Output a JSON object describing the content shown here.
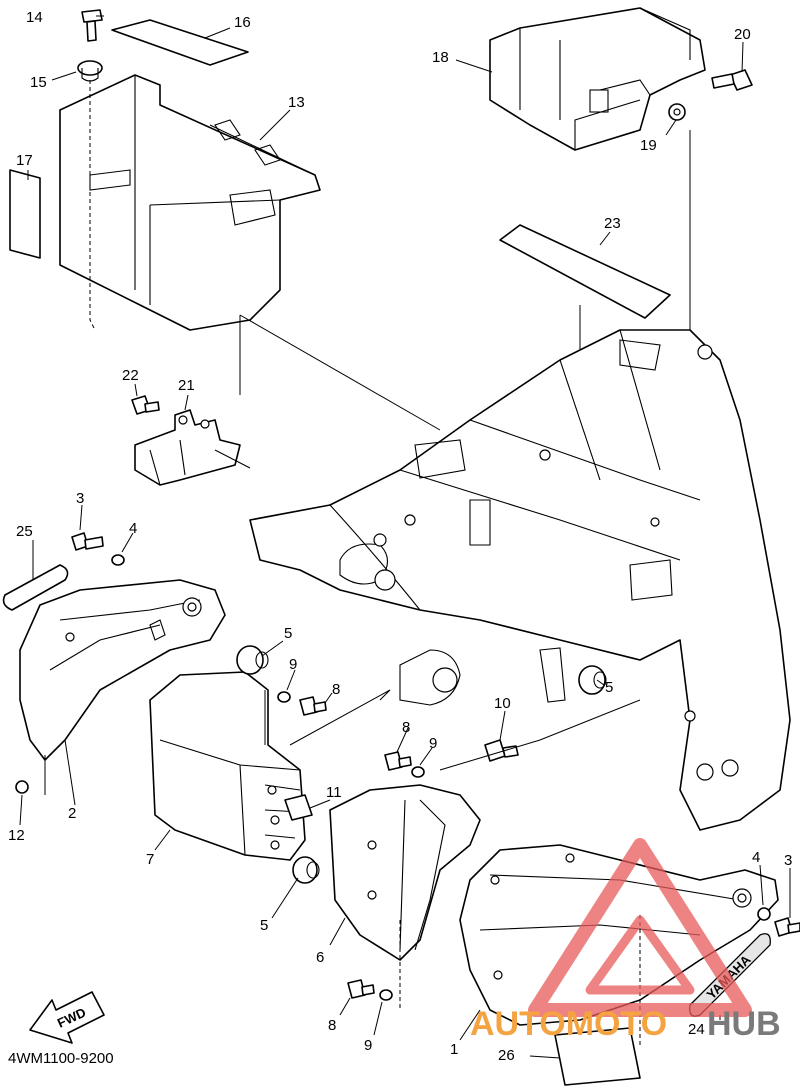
{
  "diagram": {
    "callouts": [
      "1",
      "2",
      "3",
      "3",
      "4",
      "4",
      "5",
      "5",
      "5",
      "6",
      "7",
      "8",
      "8",
      "8",
      "9",
      "9",
      "9",
      "10",
      "11",
      "12",
      "13",
      "14",
      "15",
      "16",
      "17",
      "18",
      "19",
      "20",
      "21",
      "22",
      "23",
      "24",
      "25",
      "26"
    ],
    "drawing_code": "4WM1100-9200",
    "fwd_label": "FWD",
    "emblem_text": "YAMAHA"
  },
  "watermark": {
    "text_a": "AUTOMOTO",
    "text_b": "HUB",
    "color_triangle": "#e85a5a",
    "color_text_a": "#f4a340",
    "color_text_b": "#7a7a7a"
  }
}
